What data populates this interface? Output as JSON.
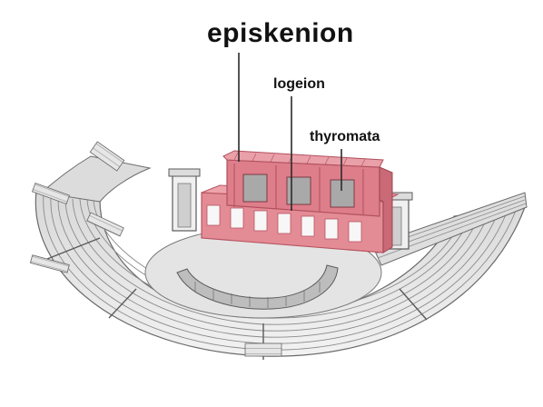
{
  "labels": {
    "episkenion": "episkenion",
    "logeion": "logeion",
    "thyromata": "thyromata"
  },
  "colors": {
    "highlight": "#e48c96",
    "highlight_dark": "#c8606c",
    "stone_light": "#ededed",
    "stone_mid": "#d0d0d0",
    "stone_dark": "#9a9a9a",
    "outline": "#5a5a5a",
    "leader_line": "#2a2a2a"
  }
}
